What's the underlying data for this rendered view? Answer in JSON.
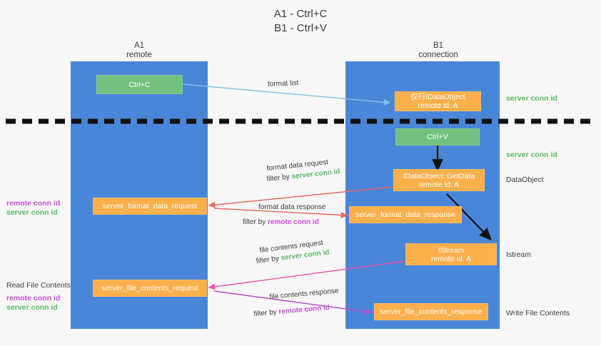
{
  "title": {
    "line1": "A1 - Ctrl+C",
    "line2": "B1 - Ctrl+V"
  },
  "colors": {
    "lane": "#4a86d8",
    "green_box": "#72c180",
    "orange_box": "#fbb04c",
    "server_conn_id": "#57bb63",
    "remote_conn_id": "#c94fd6",
    "background": "#f7f7f7",
    "arrow_blue": "#7ec0e8",
    "arrow_red": "#e8665e",
    "arrow_pink": "#f050b0",
    "arrow_purple": "#b24fd0",
    "arrow_black": "#000000"
  },
  "lanes": [
    {
      "id": "a1",
      "title": "A1",
      "subtitle": "remote"
    },
    {
      "id": "b1",
      "title": "B1",
      "subtitle": "connection"
    }
  ],
  "boxes": [
    {
      "id": "ctrl-c",
      "kind": "green",
      "line1": "Ctrl+C",
      "line2": ""
    },
    {
      "id": "idataobject",
      "kind": "orange",
      "line1": "仅行IDataObject",
      "line2": "remote id: A"
    },
    {
      "id": "ctrl-v",
      "kind": "green",
      "line1": "Ctrl+V",
      "line2": ""
    },
    {
      "id": "idataobject-getdata",
      "kind": "orange",
      "line1": "IDataObject::GetData",
      "line2": "remote id: A"
    },
    {
      "id": "server-format-data-request",
      "kind": "orange",
      "line1": "server_format_data_request",
      "line2": ""
    },
    {
      "id": "server-format-data-response",
      "kind": "orange",
      "line1": "server_format_data_response",
      "line2": ""
    },
    {
      "id": "istream",
      "kind": "orange",
      "line1": "IStream",
      "line2": "remote id: A"
    },
    {
      "id": "server-file-contents-request",
      "kind": "orange",
      "line1": "server_file_contents_request",
      "line2": ""
    },
    {
      "id": "server-file-contents-response",
      "kind": "orange",
      "line1": "server_file_contents_response",
      "line2": ""
    }
  ],
  "edge_labels": {
    "format_list": "format list",
    "format_data_request": "format data request",
    "format_data_request_filter_prefix": "filter by ",
    "format_data_request_filter_value": "server conn id",
    "format_data_response": "format data response",
    "format_data_response_filter_prefix": "filter by ",
    "format_data_response_filter_value": "remote conn id",
    "file_contents_request": "file contents request",
    "file_contents_request_filter_prefix": "filter by ",
    "file_contents_request_filter_value": "server conn id",
    "file_contents_response": "file contents response",
    "file_contents_response_filter_prefix": "filter by ",
    "file_contents_response_filter_value": "remote conn id"
  },
  "right_notes": [
    {
      "id": "note-server-conn-id-1",
      "text": "server conn id",
      "style": "server"
    },
    {
      "id": "note-server-conn-id-2",
      "text": "server conn id",
      "style": "server"
    },
    {
      "id": "note-dataobject",
      "text": "DataObject",
      "style": "plain"
    },
    {
      "id": "note-istream",
      "text": "Istream",
      "style": "plain"
    },
    {
      "id": "note-write-file",
      "text": "Write File Contents",
      "style": "plain"
    }
  ],
  "left_notes": {
    "group1": {
      "remote": "remote conn id",
      "server": "server conn id"
    },
    "read_file_contents": "Read File Contents",
    "group2": {
      "remote": "remote conn id",
      "server": "server conn id"
    }
  }
}
